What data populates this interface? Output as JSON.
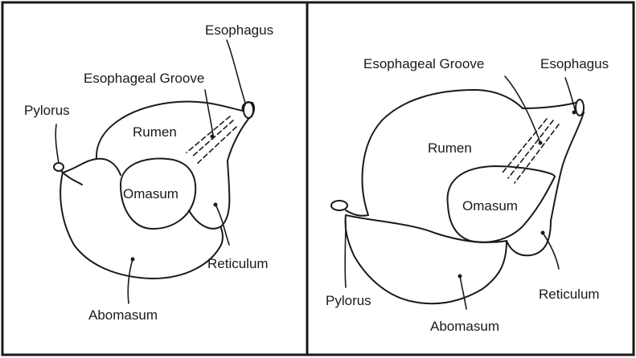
{
  "panels": [
    {
      "labels": {
        "esophagus": "Esophagus",
        "esophageal_groove": "Esophageal Groove",
        "pylorus": "Pylorus",
        "rumen": "Rumen",
        "omasum": "Omasum",
        "reticulum": "Reticulum",
        "abomasum": "Abomasum"
      }
    },
    {
      "labels": {
        "esophagus": "Esophagus",
        "esophageal_groove": "Esophageal Groove",
        "pylorus": "Pylorus",
        "rumen": "Rumen",
        "omasum": "Omasum",
        "reticulum": "Reticulum",
        "abomasum": "Abomasum"
      }
    }
  ]
}
